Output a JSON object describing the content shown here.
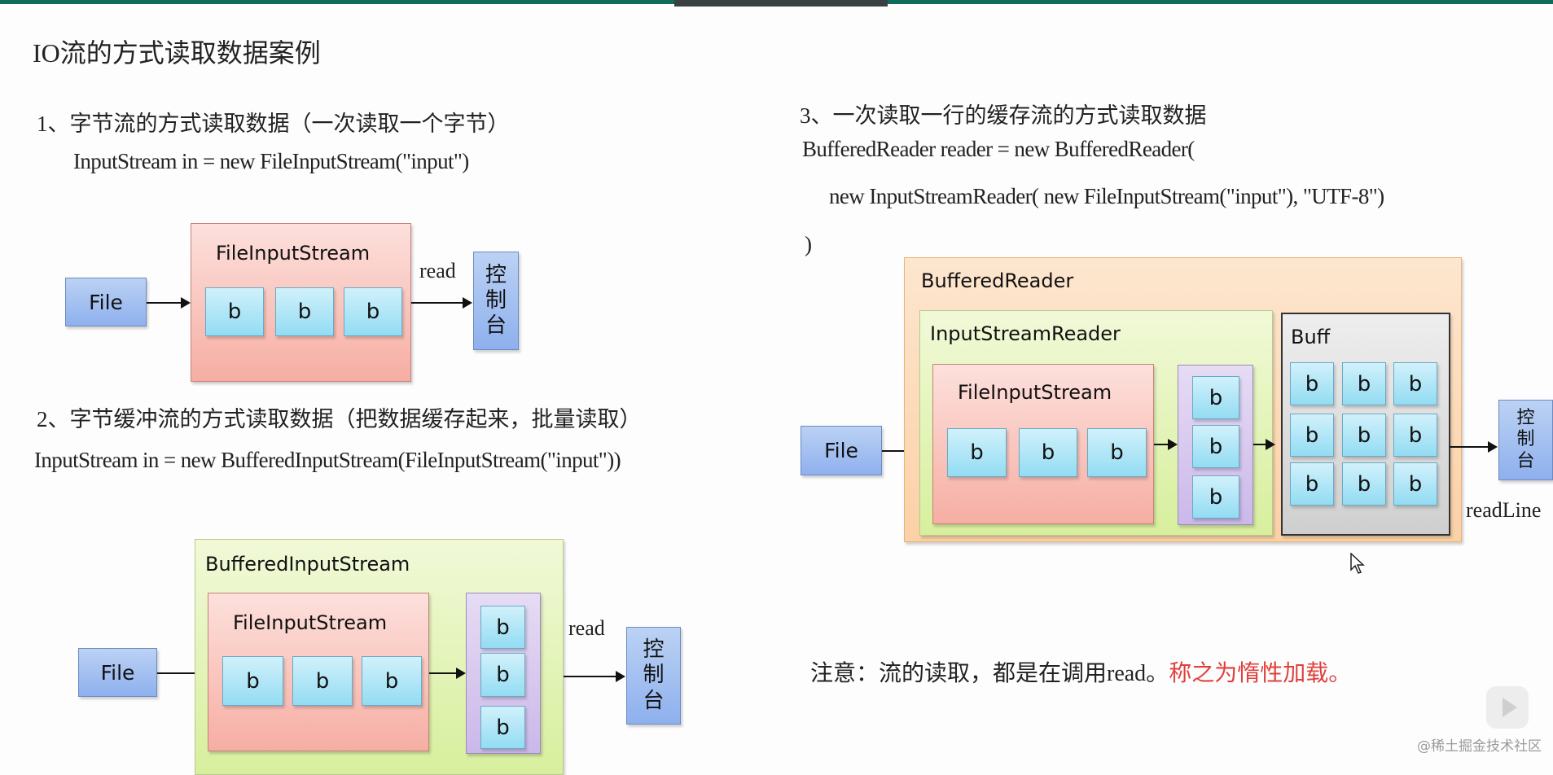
{
  "slide": {
    "title": "IO流的方式读取数据案例",
    "accent_color": "#0f6b5c",
    "sections": [
      {
        "heading": "1、字节流的方式读取数据（一次读取一个字节）",
        "code": [
          "InputStream in = new FileInputStream(\"input\")"
        ],
        "diagram": {
          "file_label": "File",
          "stream_label": "FileInputStream",
          "bytes": [
            "b",
            "b",
            "b"
          ],
          "action_label": "read",
          "console_chars": [
            "控",
            "制",
            "台"
          ]
        }
      },
      {
        "heading": "2、字节缓冲流的方式读取数据（把数据缓存起来，批量读取）",
        "code": [
          "InputStream in = new BufferedInputStream(FileInputStream(\"input\"))"
        ],
        "diagram": {
          "file_label": "File",
          "outer_label": "BufferedInputStream",
          "stream_label": "FileInputStream",
          "bytes": [
            "b",
            "b",
            "b"
          ],
          "buffer_bytes": [
            "b",
            "b",
            "b"
          ],
          "action_label": "read",
          "console_chars": [
            "控",
            "制",
            "台"
          ]
        }
      },
      {
        "heading": "3、一次读取一行的缓存流的方式读取数据",
        "code": [
          "BufferedReader reader = new BufferedReader(",
          "new  InputStreamReader( new FileInputStream(\"input\"), \"UTF-8\")",
          ")"
        ],
        "diagram": {
          "file_label": "File",
          "outer_label": "BufferedReader",
          "reader_label": "InputStreamReader",
          "stream_label": "FileInputStream",
          "bytes": [
            "b",
            "b",
            "b"
          ],
          "char_bytes": [
            "b",
            "b",
            "b"
          ],
          "buff_label": "Buff",
          "buff_bytes": [
            "b",
            "b",
            "b",
            "b",
            "b",
            "b",
            "b",
            "b",
            "b"
          ],
          "action_label": "readLine",
          "console_chars": [
            "控",
            "制",
            "台"
          ]
        }
      }
    ],
    "note": {
      "prefix": "注意：流的读取，都是在调用read。",
      "highlight": "称之为惰性加载。",
      "highlight_color": "#e0403c"
    }
  },
  "overlay": {
    "watermark": "@稀土掘金技术社区",
    "play_icon": "play-icon",
    "cursor_icon": "mouse-pointer-icon"
  }
}
